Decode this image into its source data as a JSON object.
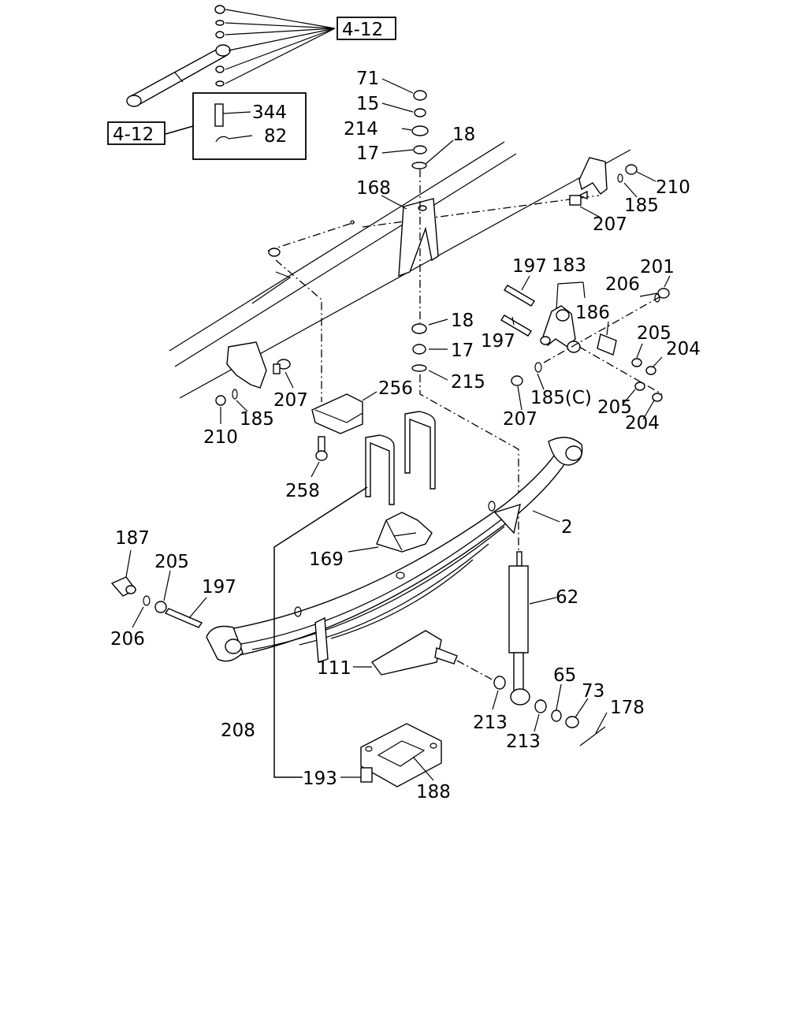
{
  "ref_labels": [
    "4-12",
    "4-12"
  ],
  "callouts": {
    "c344": "344",
    "c82": "82",
    "c71": "71",
    "c15": "15",
    "c214": "214",
    "c17a": "17",
    "c18a": "18",
    "c168": "168",
    "c210a": "210",
    "c185a": "185",
    "c207a": "207",
    "c197a": "197",
    "c183": "183",
    "c201": "201",
    "c206a": "206",
    "c186": "186",
    "c197b": "197",
    "c18b": "18",
    "c17b": "17",
    "c215": "215",
    "c205a": "205",
    "c204a": "204",
    "c185c": "185(C)",
    "c207b": "207",
    "c205b": "205",
    "c204b": "204",
    "c256": "256",
    "c207c": "207",
    "c210b": "210",
    "c185b": "185",
    "c258": "258",
    "c2": "2",
    "c187": "187",
    "c205c": "205",
    "c197c": "197",
    "c169": "169",
    "c206b": "206",
    "c62": "62",
    "c111": "111",
    "c65": "65",
    "c73": "73",
    "c178": "178",
    "c213a": "213",
    "c213b": "213",
    "c208": "208",
    "c193": "193",
    "c188": "188"
  }
}
